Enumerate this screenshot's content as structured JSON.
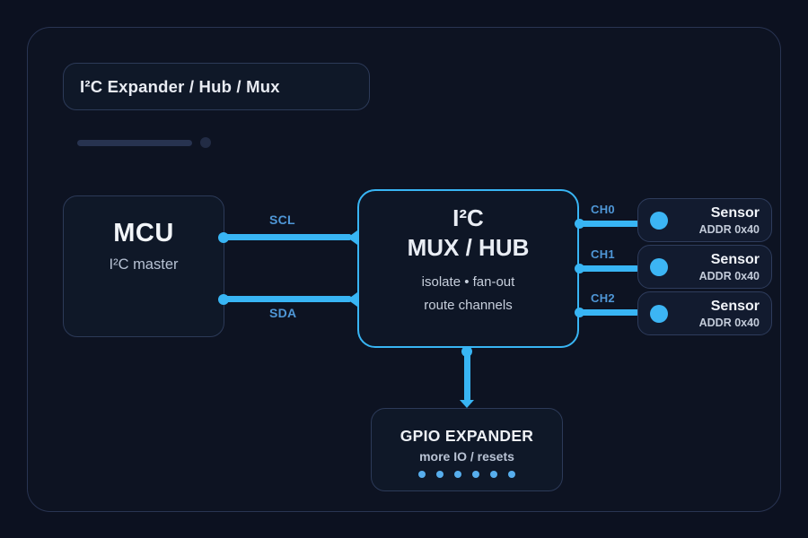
{
  "header": {
    "title": "I²C Expander / Hub / Mux"
  },
  "colors": {
    "background": "#0c1120",
    "panel_border": "#293452",
    "node_border": "#2c3a58",
    "accent_wire": "#38b5f4",
    "wire_label": "#4f97d7",
    "text_primary": "#eef1f7",
    "text_secondary": "#b7c1d3"
  },
  "bus": {
    "scl": "SCL",
    "sda": "SDA"
  },
  "nodes": {
    "mcu": {
      "title": "MCU",
      "subtitle": "I²C master"
    },
    "mux": {
      "line1": "I²C",
      "line2": "MUX / HUB",
      "desc1": "isolate • fan-out",
      "desc2": "route channels"
    },
    "gpio": {
      "title": "GPIO EXPANDER",
      "subtitle": "more IO / resets",
      "io_dot_count": 6
    }
  },
  "channels": [
    {
      "label": "CH0"
    },
    {
      "label": "CH1"
    },
    {
      "label": "CH2"
    }
  ],
  "sensors": [
    {
      "name": "Sensor",
      "addr": "ADDR 0x40"
    },
    {
      "name": "Sensor",
      "addr": "ADDR 0x40"
    },
    {
      "name": "Sensor",
      "addr": "ADDR 0x40"
    }
  ]
}
